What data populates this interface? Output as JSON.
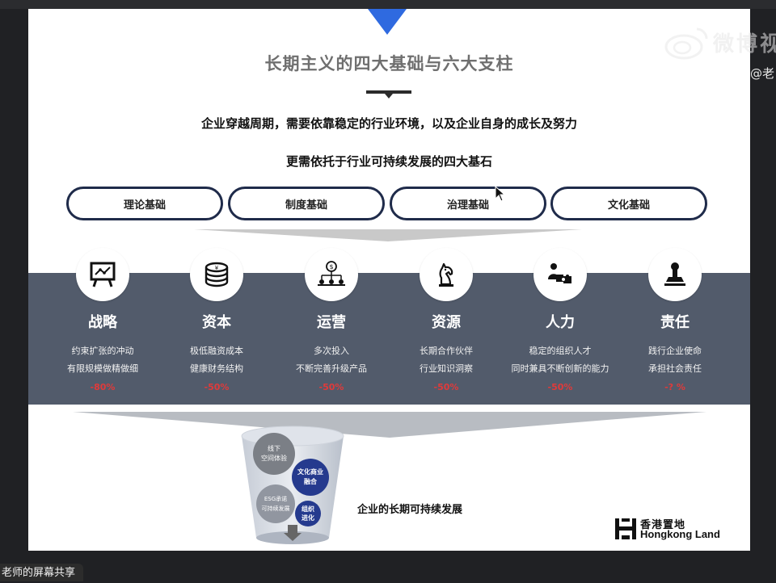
{
  "slide": {
    "title": "长期主义的四大基础与六大支柱",
    "subtitle1": "企业穿越周期，需要依靠稳定的行业环境，以及企业自身的成长及努力",
    "subtitle2": "更需依托于行业可持续发展的四大基石"
  },
  "foundations": [
    {
      "label": "理论基础"
    },
    {
      "label": "制度基础"
    },
    {
      "label": "治理基础"
    },
    {
      "label": "文化基础"
    }
  ],
  "pillars": [
    {
      "name": "战略",
      "line1": "约束扩张的冲动",
      "line2": "有限规模做精做细",
      "pct": "-80%",
      "icon": "strategy-board-icon"
    },
    {
      "name": "资本",
      "line1": "极低融资成本",
      "line2": "健康财务结构",
      "pct": "-50%",
      "icon": "coin-stack-icon"
    },
    {
      "name": "运营",
      "line1": "多次投入",
      "line2": "不断完善升级产品",
      "pct": "-50%",
      "icon": "dollar-hierarchy-icon"
    },
    {
      "name": "资源",
      "line1": "长期合作伙伴",
      "line2": "行业知识洞察",
      "pct": "-50%",
      "icon": "chess-knight-icon"
    },
    {
      "name": "人力",
      "line1": "稳定的组织人才",
      "line2": "同时兼具不断创新的能力",
      "pct": "-50%",
      "icon": "people-puzzle-icon"
    },
    {
      "name": "责任",
      "line1": "践行企业使命",
      "line2": "承担社会责任",
      "pct": "-? %",
      "icon": "stamp-icon"
    }
  ],
  "funnel": {
    "bubble1_line1": "线下",
    "bubble1_line2": "空间体验",
    "bubble2_line1": "文化商业",
    "bubble2_line2": "融合",
    "bubble3_line1": "ESG承诺",
    "bubble3_line2": "可持续发展",
    "bubble4_line1": "组织",
    "bubble4_line2": "进化"
  },
  "bottom_label": "企业的长期可持续发展",
  "logo": {
    "cn": "香港置地",
    "en": "Hongkong Land"
  },
  "watermark": {
    "text": "微博视",
    "handle": "@老"
  },
  "share_label": "老师的屏幕共享",
  "colors": {
    "accent_blue": "#2f6ae0",
    "navy": "#1f2b4a",
    "band": "#525b6b",
    "red": "#e03a3a"
  }
}
